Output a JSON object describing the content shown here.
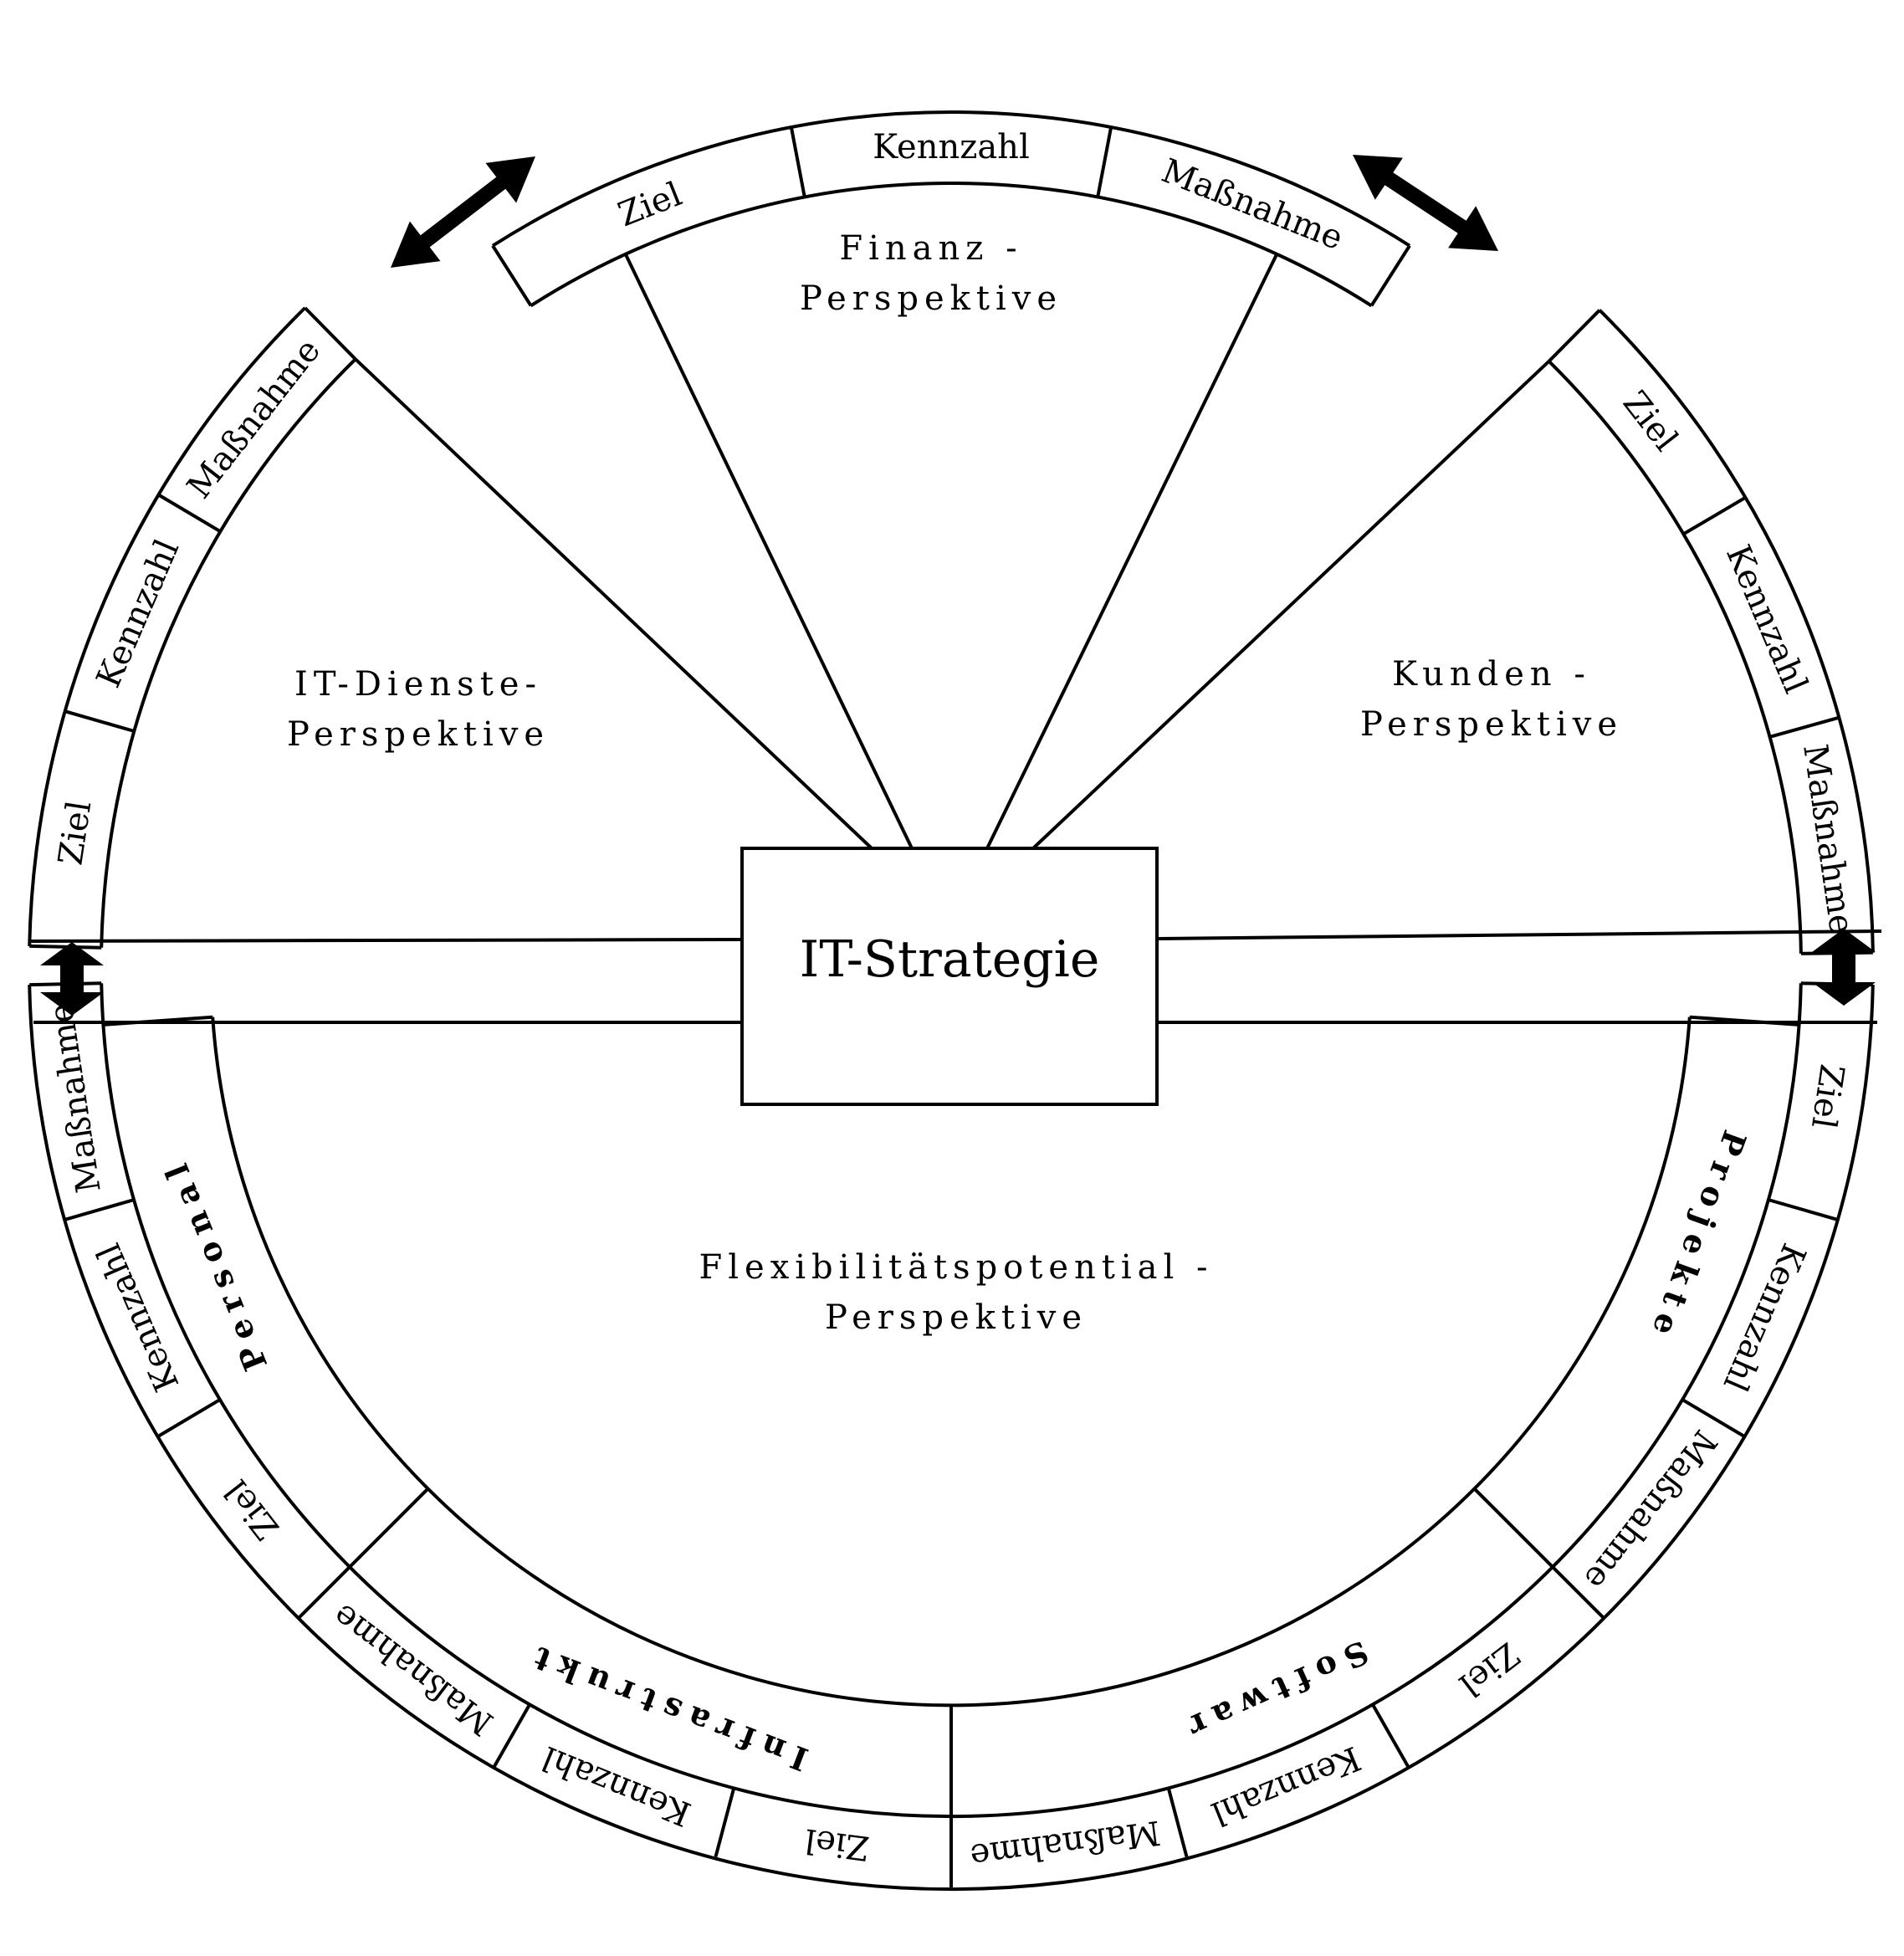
{
  "center": {
    "title": "IT-Strategie"
  },
  "finanz": {
    "line1": "Finanz -",
    "line2": "Perspektive",
    "labels": [
      "Ziel",
      "Kennzahl",
      "Maßnahme"
    ]
  },
  "dienste": {
    "line1": "IT-Dienste-",
    "line2": "Perspektive",
    "labels": [
      "Ziel",
      "Kennzahl",
      "Maßnahme"
    ]
  },
  "kunden": {
    "line1": "Kunden -",
    "line2": "Perspektive",
    "labels": [
      "Ziel",
      "Kennzahl",
      "Maßnahme"
    ]
  },
  "flex": {
    "line1": "Flexibilitätspotential -",
    "line2": "Perspektive",
    "sub": {
      "personal": "Personal",
      "infra": "Infrastrukt",
      "software": "Softwar",
      "projekte": "Projekte"
    },
    "personal_labels": [
      "Ziel",
      "Kennzahl",
      "Maßnahme"
    ],
    "infra_labels": [
      "Ziel",
      "Kennzahl",
      "Maßnahme"
    ],
    "software_labels": [
      "Ziel",
      "Kennzahl",
      "Maßnahme"
    ],
    "projekte_labels": [
      "Ziel",
      "Kennzahl",
      "Maßnahme"
    ]
  }
}
